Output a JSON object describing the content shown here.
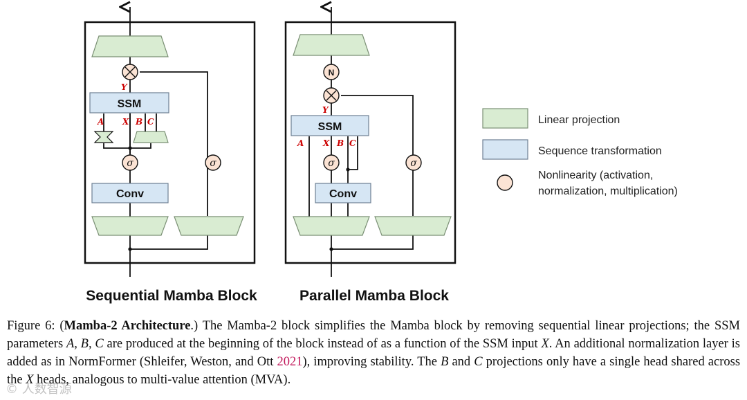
{
  "diagram": {
    "sequential": {
      "title": "Sequential Mamba Block",
      "ssm_label": "SSM",
      "conv_label": "Conv",
      "sigma": "σ",
      "mult": "×",
      "labels": {
        "y": "Y",
        "a": "A",
        "x": "X",
        "b": "B",
        "c": "C"
      }
    },
    "parallel": {
      "title": "Parallel Mamba Block",
      "ssm_label": "SSM",
      "conv_label": "Conv",
      "sigma": "σ",
      "mult": "×",
      "norm": "N",
      "labels": {
        "y": "Y",
        "a": "A",
        "x": "X",
        "b": "B",
        "c": "C"
      }
    },
    "legend": [
      {
        "kind": "linear",
        "label": "Linear projection"
      },
      {
        "kind": "sequence",
        "label": "Sequence transformation"
      },
      {
        "kind": "nonlinearity",
        "label_line1": "Nonlinearity (activation,",
        "label_line2": "normalization, multiplication)"
      }
    ],
    "colors": {
      "linear_fill": "#d9ecd2",
      "linear_stroke": "#7a8f74",
      "sequence_fill": "#d6e6f4",
      "sequence_stroke": "#6d7f92",
      "circle_fill": "#fbe3d4",
      "label_red": "#cc0000"
    }
  },
  "caption": {
    "figure": "Figure 6:",
    "title": "Mamba-2 Architecture",
    "part1": ".) The Mamba-2 block simplifies the Mamba block by removing sequential linear projections; the SSM parameters ",
    "abc": "A, B, C",
    "part2": " are produced at the beginning of the block instead of as a function of the SSM input ",
    "x1": "X",
    "part3": ". An additional normalization layer is added as in NormFormer (Shleifer, Weston, and Ott ",
    "year": "2021",
    "part4": "), improving stability. The ",
    "b": "B",
    "and": " and ",
    "c": "C",
    "part5": " projections only have a single head shared across the ",
    "x2": "X",
    "part6": " heads, analogous to multi-value attention (MVA)."
  },
  "watermark": "© 人数智源"
}
